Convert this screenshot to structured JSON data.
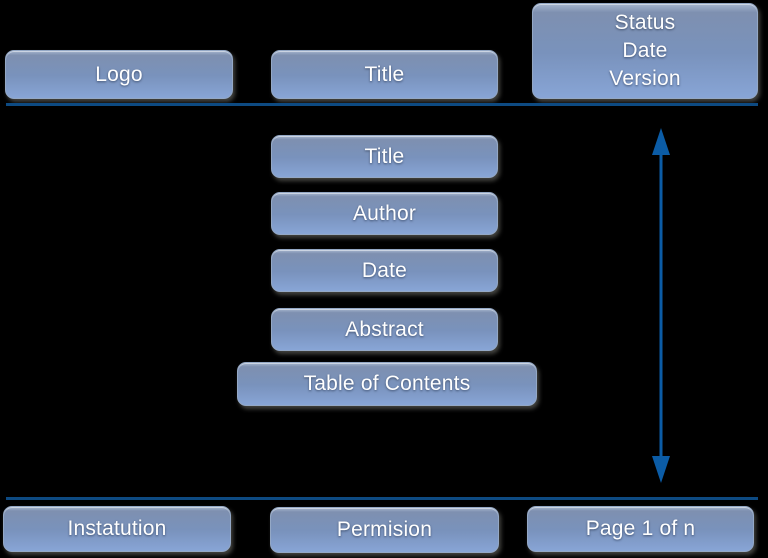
{
  "diagram": {
    "description": "Document template layout diagram",
    "background": "#000000",
    "top_row": {
      "logo_label": "Logo",
      "title_label": "Title",
      "status_box": {
        "lines": [
          "Status",
          "Date",
          "Version"
        ]
      }
    },
    "front_matter": {
      "title_label": "Title",
      "author_label": "Author",
      "date_label": "Date",
      "abstract_label": "Abstract",
      "toc_label": "Table of Contents"
    },
    "bottom_row": {
      "institution_label": "Instatution",
      "permission_label": "Permision",
      "page_label": "Page 1 of n"
    },
    "colors": {
      "box_gradient_top": "#8294b5",
      "box_gradient_bottom": "#88a5d6",
      "box_border": "#94a8c5",
      "divider_line": "#0d4a82",
      "arrow": "#0b5ca6",
      "text": "#ffffff"
    }
  }
}
